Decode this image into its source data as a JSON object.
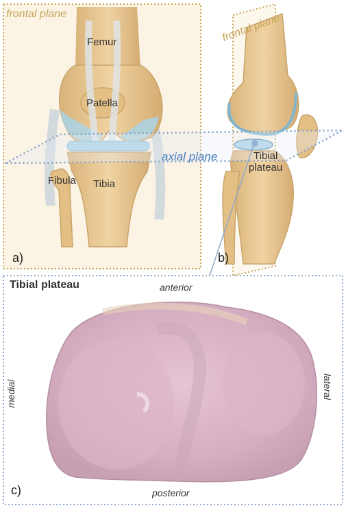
{
  "panel_a": {
    "letter": "a)",
    "frontal_plane": "frontal plane",
    "labels": {
      "femur": "Femur",
      "patella": "Patella",
      "fibula": "Fibula",
      "tibia": "Tibia"
    }
  },
  "panel_b": {
    "letter": "b)",
    "frontal_plane": "frontal plane",
    "tibial_plateau_line1": "Tibial",
    "tibial_plateau_line2": "plateau"
  },
  "axial_plane": "axial plane",
  "panel_c": {
    "letter": "c)",
    "title": "Tibial plateau",
    "anterior": "anterior",
    "posterior": "posterior",
    "medial": "medial",
    "lateral": "lateral"
  },
  "colors": {
    "bone": "#e8c995",
    "bone_dark": "#c9a46a",
    "cartilage": "#a9d3e6",
    "frontal_plane": "#c4a558",
    "frontal_fill": "#fbf3e3",
    "axial_plane": "#7e9fcc",
    "specimen": "#d9b2c3"
  }
}
